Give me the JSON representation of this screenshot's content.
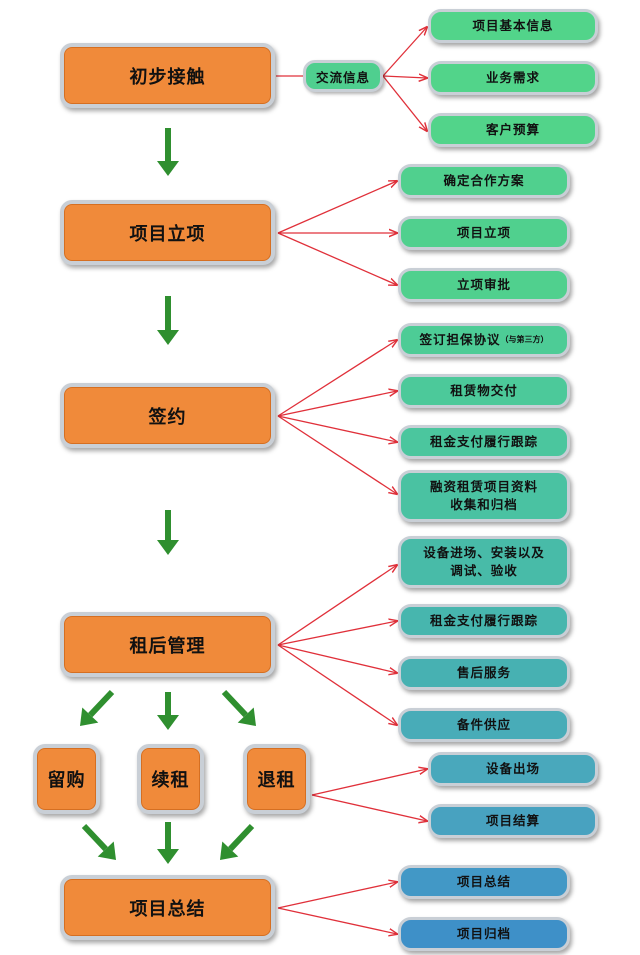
{
  "stages": {
    "initial_contact": "初步接触",
    "project_initiation": "项目立项",
    "signing": "签约",
    "post_lease": "租后管理",
    "retain": "留购",
    "renew": "续租",
    "return": "退租",
    "summary": "项目总结"
  },
  "connector": {
    "info_exchange": "交流信息"
  },
  "tasks": {
    "initial_contact": [
      "项目基本信息",
      "业务需求",
      "客户预算"
    ],
    "project_initiation": [
      "确定合作方案",
      "项目立项",
      "立项审批"
    ],
    "signing": [
      {
        "label": "签订担保协议",
        "note": "（与第三方）"
      },
      {
        "label": "租赁物交付"
      },
      {
        "label": "租金支付履行跟踪"
      },
      {
        "label": "融资租赁项目资料\n收集和归档"
      }
    ],
    "post_lease": [
      "设备进场、安装以及\n调试、验收",
      "租金支付履行跟踪",
      "售后服务",
      "备件供应"
    ],
    "return": [
      "设备出场",
      "项目结算"
    ],
    "summary": [
      "项目总结",
      "项目归档"
    ]
  },
  "colors": {
    "stage_fill": "#f08a3a",
    "arrow_green": "#2f8f2f",
    "line_red": "#e0303a",
    "task_gradient": [
      "#52d48a",
      "#4cc7a0",
      "#47b6b6",
      "#4aa5c4",
      "#3e90c8"
    ]
  }
}
